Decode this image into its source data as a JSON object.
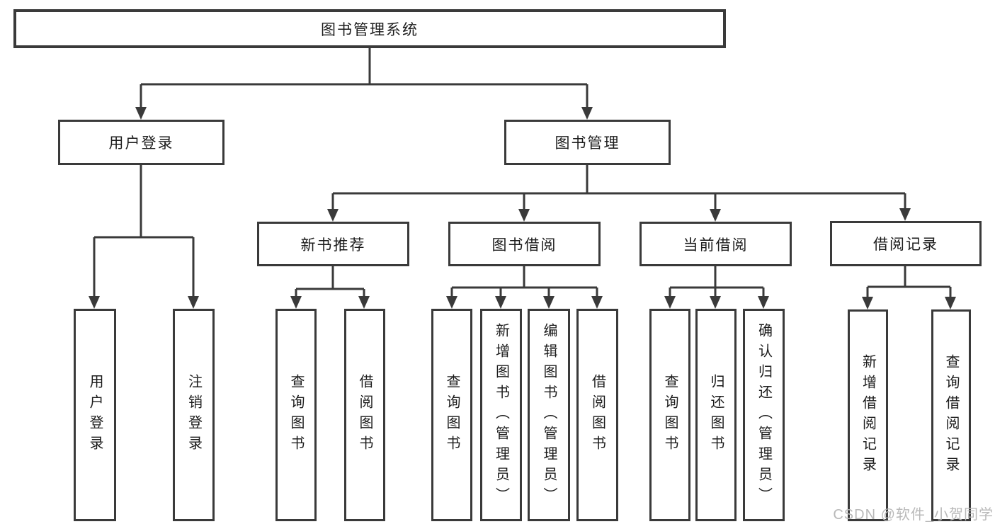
{
  "diagram": {
    "root": {
      "label": "图书管理系统"
    },
    "level2": [
      {
        "label": "用户登录",
        "children": [
          {
            "label": "用户登录"
          },
          {
            "label": "注销登录"
          }
        ]
      },
      {
        "label": "图书管理",
        "children": [
          {
            "label": "新书推荐",
            "children": [
              {
                "label": "查询图书"
              },
              {
                "label": "借阅图书"
              }
            ]
          },
          {
            "label": "图书借阅",
            "children": [
              {
                "label": "查询图书"
              },
              {
                "label": "新增图书（管理员）"
              },
              {
                "label": "编辑图书（管理员）"
              },
              {
                "label": "借阅图书"
              }
            ]
          },
          {
            "label": "当前借阅",
            "children": [
              {
                "label": "查询图书"
              },
              {
                "label": "归还图书"
              },
              {
                "label": "确认归还（管理员）"
              }
            ]
          },
          {
            "label": "借阅记录",
            "children": [
              {
                "label": "新增借阅记录"
              },
              {
                "label": "查询借阅记录"
              }
            ]
          }
        ]
      }
    ]
  },
  "watermark": "CSDN @软件_小贺同学",
  "colors": {
    "line": "#3a3a3a",
    "text": "#1c1c1c",
    "watermark": "#b9b9b9",
    "background": "#ffffff"
  }
}
